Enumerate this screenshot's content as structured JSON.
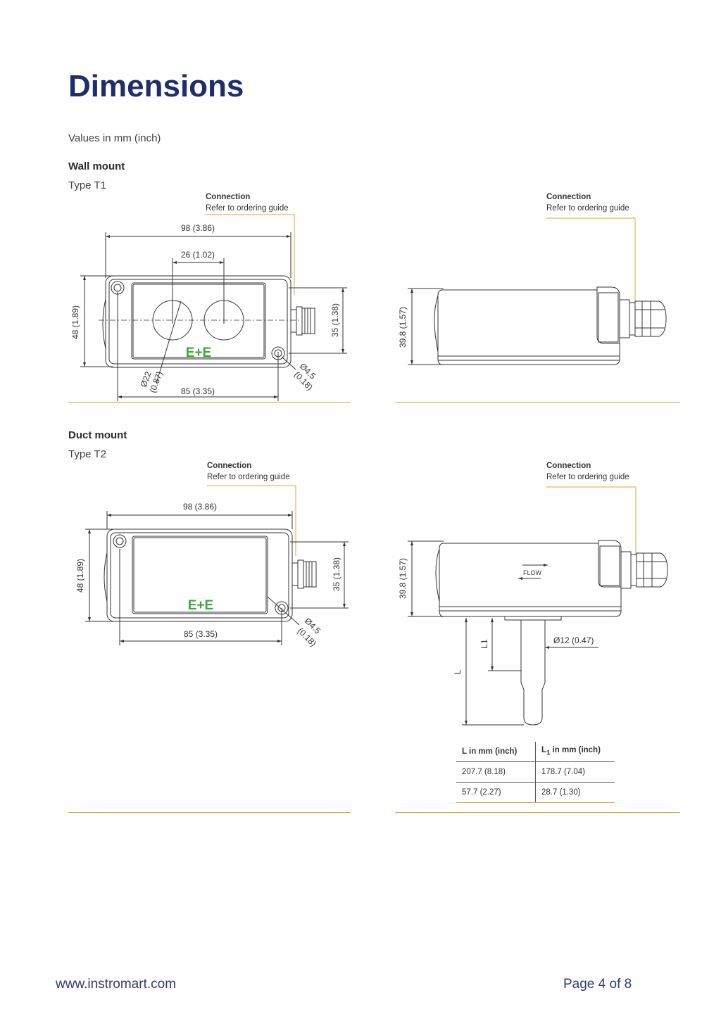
{
  "page": {
    "title": "Dimensions",
    "intro": "Values in mm (inch)"
  },
  "wall": {
    "title": "Wall mount",
    "type": "Type T1",
    "front": {
      "connection_title": "Connection",
      "connection_note": "Refer to ordering guide",
      "dim_width": "98 (3.86)",
      "dim_spacing": "26 (1.02)",
      "dim_height": "48 (1.89)",
      "dim_connector_h": "35 (1.38)",
      "dim_hole_spacing": "85 (3.35)",
      "dim_disc_a": "Ø22",
      "dim_disc_b": "(0.87)",
      "dim_hole_a": "Ø4.5",
      "dim_hole_b": "(0.18)",
      "logo": "E+E"
    },
    "side": {
      "connection_title": "Connection",
      "connection_note": "Refer to ordering guide",
      "dim_height": "39.8 (1.57)"
    }
  },
  "duct": {
    "title": "Duct mount",
    "type": "Type T2",
    "front": {
      "connection_title": "Connection",
      "connection_note": "Refer to ordering guide",
      "dim_width": "98 (3.86)",
      "dim_height": "48 (1.89)",
      "dim_connector_h": "35 (1.38)",
      "dim_hole_spacing": "85 (3.35)",
      "dim_hole_a": "Ø4.5",
      "dim_hole_b": "(0.18)",
      "logo": "E+E"
    },
    "side": {
      "connection_title": "Connection",
      "connection_note": "Refer to ordering guide",
      "dim_height": "39.8 (1.57)",
      "flow": "FLOW",
      "dim_probe": "Ø12 (0.47)",
      "label_L": "L",
      "label_L1": "L1"
    },
    "table": {
      "col1": "L in mm (inch)",
      "col2_main": "L",
      "col2_sub": "1",
      "col2_rest": " in mm (inch)",
      "rows": [
        [
          "207.7 (8.18)",
          "178.7 (7.04)"
        ],
        [
          "57.7 (2.27)",
          "28.7 (1.30)"
        ]
      ]
    }
  },
  "footer": {
    "website": "www.instromart.com",
    "page": "Page 4 of 8"
  },
  "colors": {
    "title": "#1f2d6b",
    "accent": "#e0a43a",
    "logo": "#3aa935"
  }
}
